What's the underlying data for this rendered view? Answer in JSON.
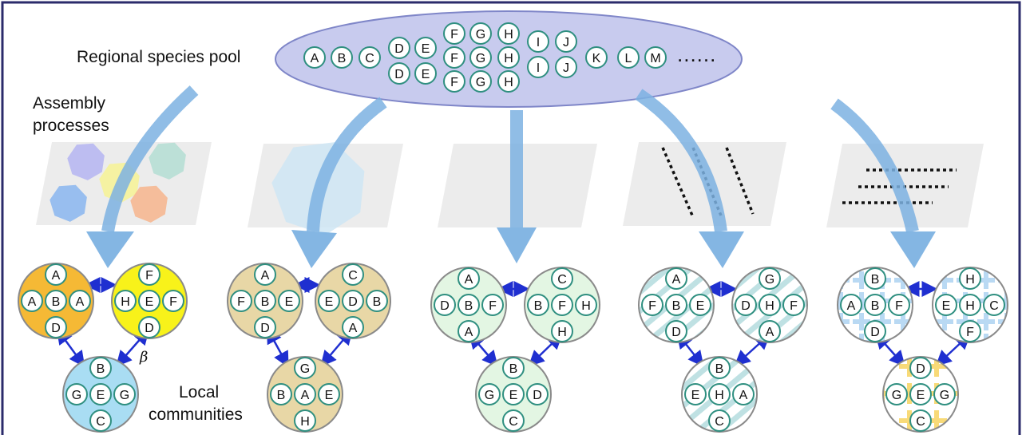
{
  "labels": {
    "pool": "Regional species pool",
    "assembly_line1": "Assembly",
    "assembly_line2": "processes",
    "local_line1": "Local",
    "local_line2": "communities",
    "beta": "β",
    "ellipsis": "......"
  },
  "colors": {
    "border": "#2b2b6b",
    "pool_fill": "#c8cbee",
    "pool_stroke": "#7f86c8",
    "arrow": "#7db2e2",
    "link": "#1f2fd0",
    "species_stroke": "#2f8f80",
    "panel": "#ececec"
  },
  "pool": {
    "single": [
      "A",
      "B",
      "C"
    ],
    "stacks": [
      {
        "letters": [
          "D",
          "E"
        ],
        "rows": 2
      },
      {
        "letters": [
          "F",
          "G",
          "H"
        ],
        "rows": 3
      },
      {
        "letters": [
          "I",
          "J"
        ],
        "rows": 3
      }
    ],
    "tail": [
      "K",
      "L",
      "M"
    ]
  },
  "communities": [
    {
      "key": "left",
      "top": {
        "fill": "#f5b935",
        "species": [
          "A",
          "A",
          "B",
          "A",
          "D"
        ]
      },
      "right": {
        "fill": "#f8f21a",
        "species": [
          "F",
          "H",
          "E",
          "F",
          "D"
        ]
      },
      "bottom": {
        "fill": "#a9ddf3",
        "species": [
          "B",
          "G",
          "E",
          "G",
          "C"
        ]
      }
    },
    {
      "key": "mid-left",
      "top": {
        "fill": "#e8d7a6",
        "species": [
          "A",
          "F",
          "B",
          "E",
          "D"
        ]
      },
      "right": {
        "fill": "#e8d7a6",
        "species": [
          "C",
          "E",
          "D",
          "B",
          "A"
        ]
      },
      "bottom": {
        "fill": "#e8d7a6",
        "species": [
          "G",
          "B",
          "A",
          "E",
          "H"
        ]
      }
    },
    {
      "key": "middle",
      "top": {
        "fill": "#e3f6e3",
        "species": [
          "A",
          "D",
          "B",
          "F",
          "A"
        ]
      },
      "right": {
        "fill": "#e3f6e3",
        "species": [
          "C",
          "B",
          "F",
          "H",
          "H"
        ]
      },
      "bottom": {
        "fill": "#e3f6e3",
        "species": [
          "B",
          "G",
          "E",
          "D",
          "C"
        ]
      }
    },
    {
      "key": "mid-right",
      "top": {
        "fill": "#e4f2f2",
        "species": [
          "A",
          "F",
          "B",
          "E",
          "D"
        ]
      },
      "right": {
        "fill": "#e4f2f2",
        "species": [
          "G",
          "D",
          "H",
          "F",
          "A"
        ]
      },
      "bottom": {
        "fill": "#e4f2f2",
        "species": [
          "B",
          "E",
          "H",
          "A",
          "C"
        ]
      }
    },
    {
      "key": "right",
      "top": {
        "fill": "#e6f3f8",
        "species": [
          "B",
          "A",
          "B",
          "F",
          "D"
        ]
      },
      "right": {
        "fill": "#e6f3f8",
        "species": [
          "H",
          "E",
          "H",
          "C",
          "F"
        ]
      },
      "bottom": {
        "fill": "#f2f6ea",
        "species": [
          "D",
          "G",
          "E",
          "G",
          "C"
        ]
      }
    }
  ]
}
